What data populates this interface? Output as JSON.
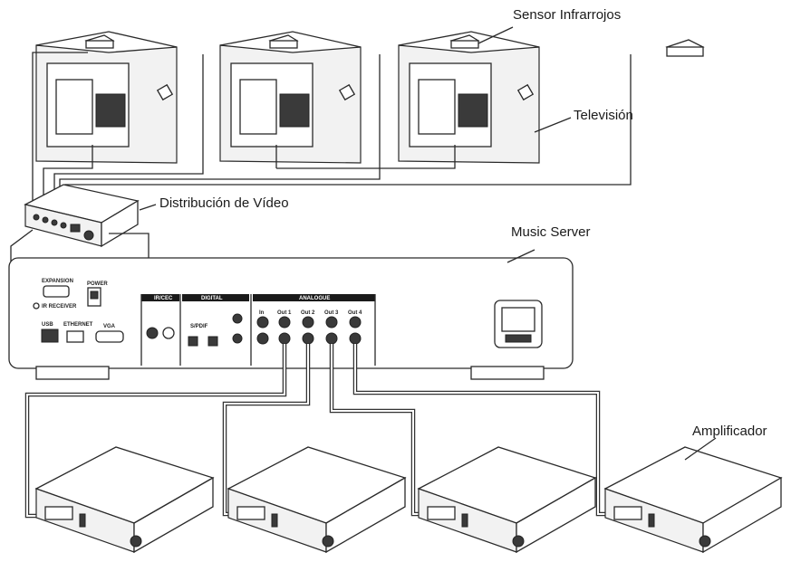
{
  "labels": {
    "sensor": "Sensor Infrarrojos",
    "television": "Televisión",
    "video_distribution": "Distribución de Vídeo",
    "music_server": "Music Server",
    "amplifier": "Amplificador"
  },
  "panel": {
    "sections": {
      "ircec": "IR/CEC",
      "digital": "DIGITAL",
      "analogue": "ANALOGUE"
    },
    "ports": {
      "expansion": "EXPANSION",
      "power_switch": "POWER",
      "ir_receiver": "IR RECEIVER",
      "usb": "USB",
      "ethernet": "ETHERNET",
      "vga": "VGA",
      "spdif": "S/PDIF",
      "analogue_in": "In",
      "out1": "Out 1",
      "out2": "Out 2",
      "out3": "Out 3",
      "out4": "Out 4"
    }
  },
  "colors": {
    "line": "#2a2a2a",
    "background": "#ffffff",
    "panel_header": "#1a1a1a"
  }
}
